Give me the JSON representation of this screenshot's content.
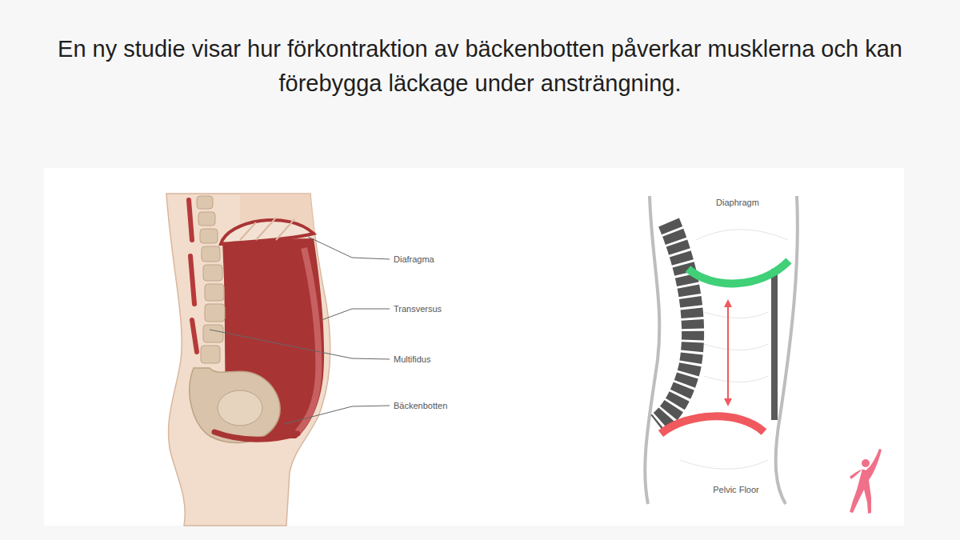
{
  "diagram": {
    "title": "En ny studie visar hur förkontraktion av bäckenbotten påverkar musklerna och kan förebygga läckage under ansträngning.",
    "labels": [
      "Diafragma",
      "Transversus",
      "Multifidus",
      "Bäckenbotten",
      "Diaphragm",
      "Pelvic Floor"
    ]
  }
}
